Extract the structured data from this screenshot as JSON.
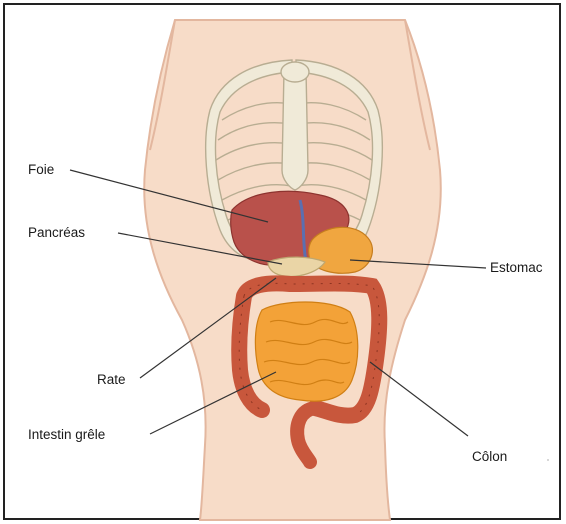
{
  "labels": {
    "foie": "Foie",
    "pancreas": "Pancréas",
    "estomac": "Estomac",
    "rate": "Rate",
    "intestin": "Intestin grêle",
    "colon": "Côlon"
  },
  "colors": {
    "skin": "#f7dcc8",
    "skin_outline": "#e3b79f",
    "bone": "#f0ead8",
    "bone_outline": "#b8ad92",
    "liver": "#b9514b",
    "stomach": "#f0a640",
    "small_intestine": "#f3a238",
    "colon": "#c8573c",
    "leader_line": "#333333"
  }
}
